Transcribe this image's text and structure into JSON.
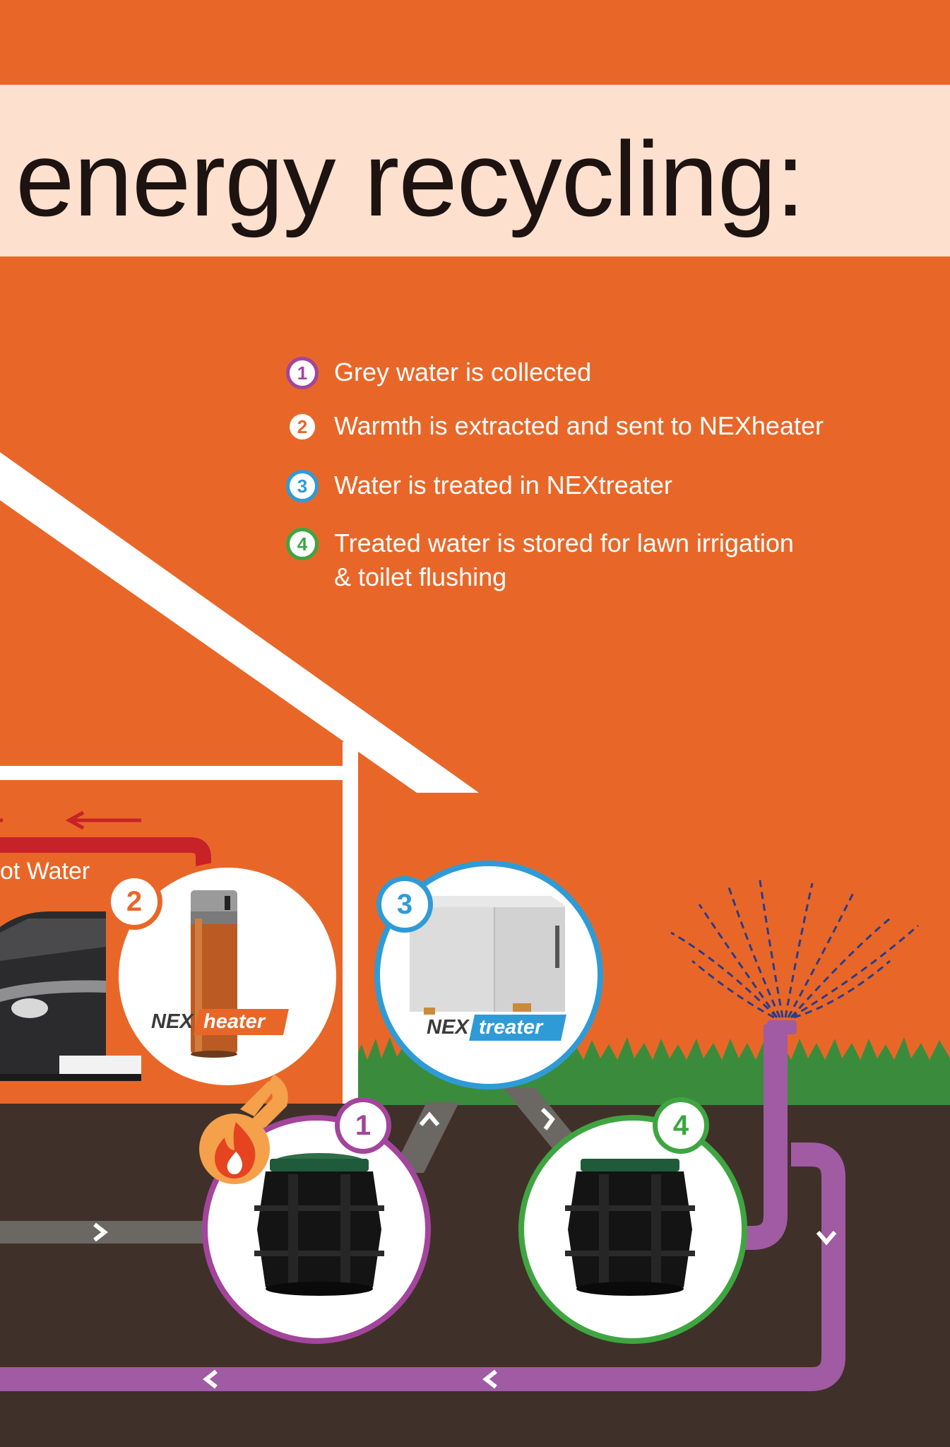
{
  "title": "energy recycling:",
  "legend": [
    {
      "number": "1",
      "text": "Grey water is collected",
      "color": "#a3459c"
    },
    {
      "number": "2",
      "text": "Warmth is extracted and sent to NEXheater",
      "color": "#e86728"
    },
    {
      "number": "3",
      "text": "Water is treated in NEXtreater",
      "color": "#2f9bd6"
    },
    {
      "number": "4",
      "text": "Treated water is stored for lawn irrigation\n& toilet flushing",
      "color": "#3fa541"
    }
  ],
  "labels": {
    "hot_water": "ot Water",
    "heater_brand_nex": "NEX",
    "heater_brand_product": "heater",
    "treater_brand_nex": "NEX",
    "treater_brand_product": "treater"
  },
  "badges": {
    "one": "1",
    "two": "2",
    "three": "3",
    "four": "4"
  },
  "colors": {
    "background": "#e86728",
    "title_band": "#fde0cd",
    "soil": "#3f3129",
    "grass": "#3a8c3c",
    "pipe_purple": "#a05ba3",
    "pipe_grey": "#6b6763",
    "pipe_red": "#c62227",
    "sprinkler_spray": "#2b3c8a"
  },
  "icons": [
    "flame-icon",
    "chevron-right-icon",
    "chevron-up-icon",
    "chevron-down-icon",
    "chevron-left-icon",
    "arrow-left-icon"
  ]
}
